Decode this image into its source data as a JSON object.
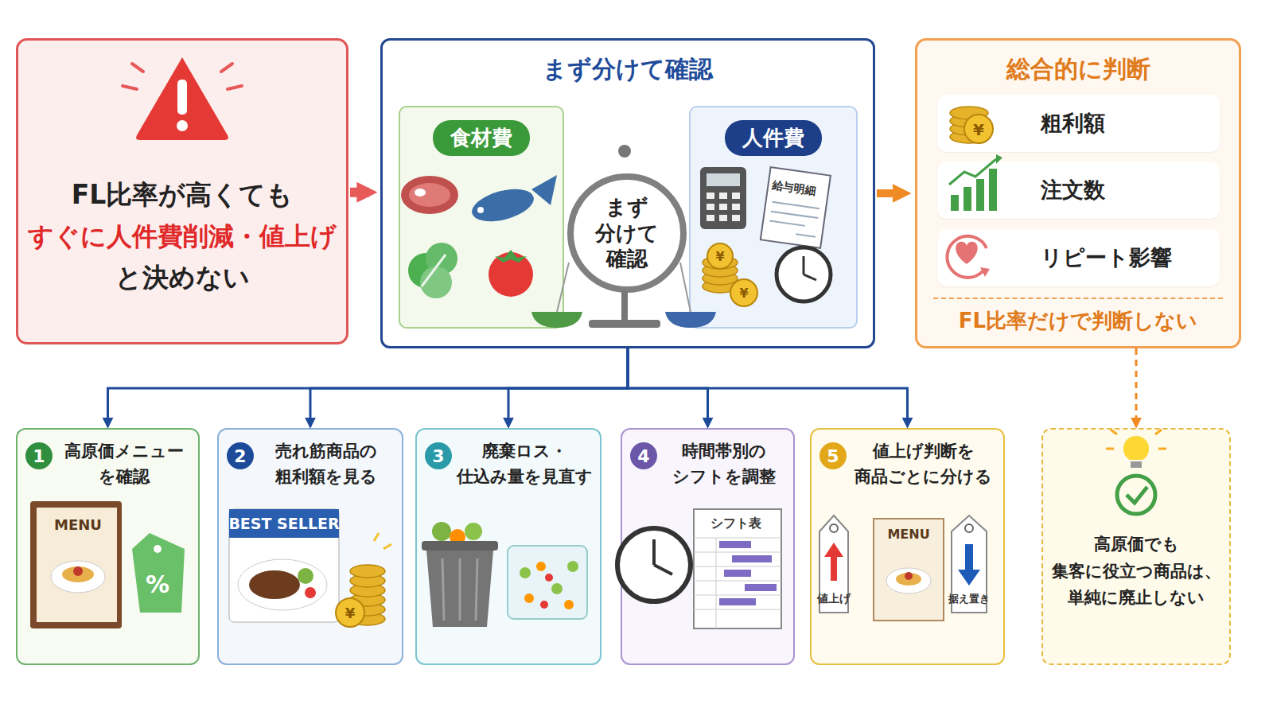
{
  "diagram": {
    "nodes": [
      {
        "text": [
          "FL比率が高くても",
          "すぐに人件費削減・値上げ",
          "と決めない"
        ]
      },
      {
        "text": [
          "まず分けて確認"
        ]
      },
      {
        "text": [
          "食材費"
        ],
        "in": 1
      },
      {
        "text": [
          "まず 分けて 確認"
        ],
        "in": 1
      },
      {
        "text": [
          "人件費"
        ],
        "in": 1
      },
      {
        "text": [
          "総合的に判断",
          "FL比率だけで判断しない"
        ]
      },
      {
        "text": [
          "粗利額"
        ],
        "in": 5
      },
      {
        "text": [
          "注文数"
        ],
        "in": 5
      },
      {
        "text": [
          "リピート影響"
        ],
        "in": 5
      },
      {
        "text": [
          "1",
          "高原価メニュー を確認"
        ]
      },
      {
        "text": [
          "2",
          "売れ筋商品の 粗利額を見る"
        ]
      },
      {
        "text": [
          "3",
          "廃棄ロス・ 仕込み量を見直す"
        ]
      },
      {
        "text": [
          "4",
          "時間帯別の シフトを調整"
        ]
      },
      {
        "text": [
          "5",
          "値上げ判断を 商品ごとに分ける"
        ]
      },
      {
        "text": [
          "高原価でも 集客に役立つ商品は、 単純に廃止しない"
        ]
      }
    ],
    "edges": [
      {
        "from": 0,
        "to": 1,
        "arrow": "to"
      },
      {
        "from": 1,
        "to": 5,
        "arrow": "to"
      },
      {
        "from": 1,
        "to": 9,
        "arrow": "to"
      },
      {
        "from": 1,
        "to": 10,
        "arrow": "to"
      },
      {
        "from": 1,
        "to": 11,
        "arrow": "to"
      },
      {
        "from": 1,
        "to": 12,
        "arrow": "to"
      },
      {
        "from": 1,
        "to": 13,
        "arrow": "to"
      },
      {
        "from": 5,
        "to": 14,
        "arrow": "to"
      }
    ],
    "labels": [
      "給与明細",
      "¥",
      "¥",
      "¥",
      "MENU",
      "%",
      "BEST SELLER",
      "¥",
      "シフト表",
      "MENU",
      "値上げ",
      "据え置き"
    ]
  }
}
